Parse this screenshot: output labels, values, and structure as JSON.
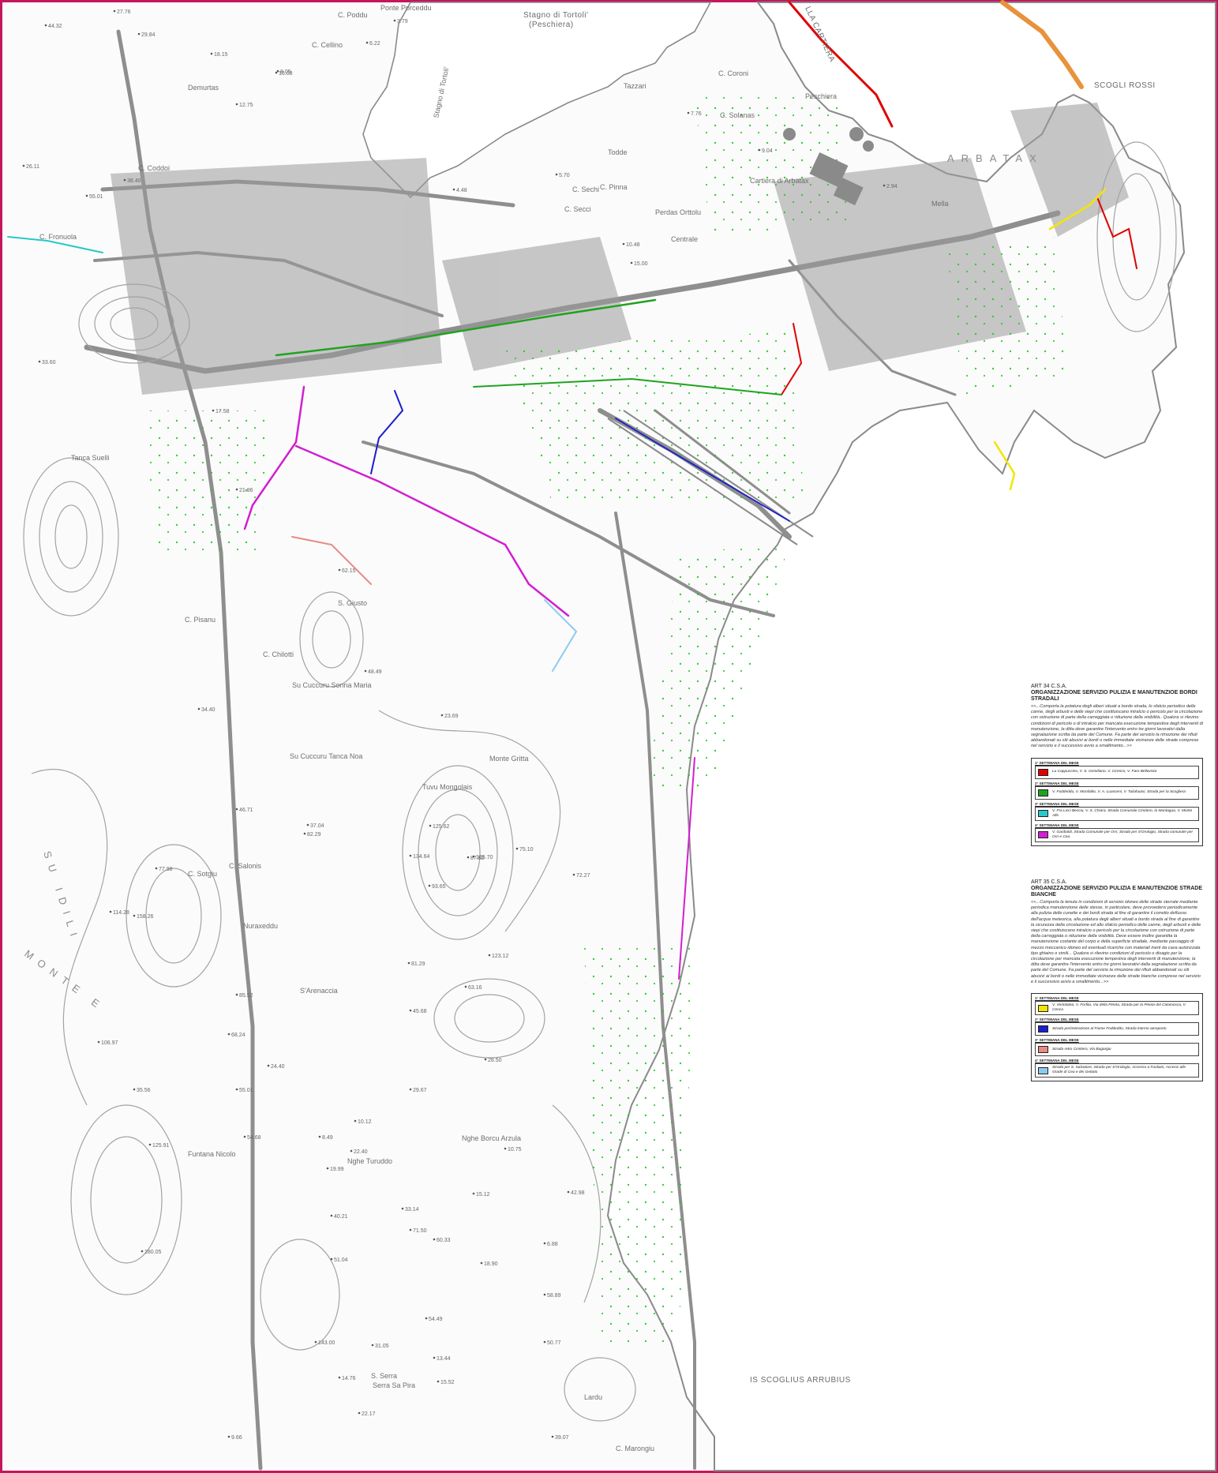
{
  "map": {
    "border_color": "#c2185b",
    "water_labels": {
      "lagoon_name": "Stagno di Tortoli'",
      "lagoon_sub": "(Peschiera)",
      "stagno_vertical": "Stagno di Tortoli'"
    },
    "coastal_labels": {
      "scogli_rossi": "SCOGLI ROSSI",
      "is_scoglius_arrubius": "IS SCOGLIUS ARRUBIUS",
      "arbatax": "ARBATAX",
      "cartiera": "LLA CARTIERA"
    },
    "ridge_labels": {
      "monte_sud": "MONTE E",
      "su_idili": "SU IDILI"
    },
    "place_labels": [
      "C. Poddu",
      "Ponte Porceddu",
      "C. Cellino",
      "Demurtas",
      "C. Coddoi",
      "C. Fronuola",
      "Tanca Suelli",
      "C. Sechi",
      "Peschiera",
      "Tazzari",
      "C. Coroni",
      "C. Solanas",
      "Todde",
      "C. Pinna",
      "Perdas Orttolu",
      "Centrale",
      "Cartiera di Arbatax",
      "Mella",
      "C. Secci",
      "S. Giusto",
      "C. Pisanu",
      "C. Chilotti",
      "Su Cuccuru Sonna Maria",
      "Su Cuccuru Tanca Noa",
      "Tuvu Mongolais",
      "Monte Gritta",
      "Nuraxeddu",
      "C. Sotgiu",
      "C. Salonis",
      "S'Arenaccia",
      "Nghe Turuddo",
      "Nghe Borcu Arzula",
      "Funtana Nicolo",
      "S. Serra",
      "Serra Sa Pira",
      "Lardu",
      "C. Marongiu"
    ],
    "spot_elevations": [
      "27.76",
      "29.84",
      "18.15",
      "16.08",
      "8.05",
      "12.75",
      "6.22",
      "3.79",
      "38.40",
      "55.01",
      "44.32",
      "26.11",
      "4.48",
      "5.70",
      "7.76",
      "9.04",
      "10.48",
      "15.00",
      "2.94",
      "33.60",
      "17.58",
      "21.86",
      "37.04",
      "48.49",
      "23.69",
      "34.40",
      "62.15",
      "46.71",
      "82.29",
      "114.28",
      "125.62",
      "134.64",
      "105.70",
      "93.65",
      "87.02",
      "72.27",
      "75.10",
      "45.68",
      "63.16",
      "81.29",
      "123.12",
      "10.12",
      "8.49",
      "10.75",
      "28.50",
      "15.12",
      "33.14",
      "42.98",
      "77.98",
      "158.26",
      "180.05",
      "106.97",
      "29.67",
      "19.99",
      "24.40",
      "55.01",
      "51.04",
      "71.50",
      "60.33",
      "54.68",
      "85.52",
      "68.24",
      "22.40",
      "40.21",
      "54.49",
      "13.44",
      "15.52",
      "9.66",
      "22.17",
      "31.05",
      "14.76",
      "18.90",
      "6.88",
      "50.77",
      "39.07",
      "58.89",
      "35.56",
      "125.91",
      "143.00"
    ]
  },
  "legend34": {
    "title": "ART 34 C.S.A.",
    "subtitle": "ORGANIZZAZIONE SERVIZIO PULIZIA E MANUTENZIOE BORDI STRADALI",
    "text": "<<...Comporta la potatura degli alberi situati a bordo strada, lo sfalcio periodico delle canne, degli arbusti e delle siepi che costituiscano intralcio o pericolo per la circolazione con ostruzione di parte della carreggiata o riduzione della visibilità.. Qualora si rilevino condizioni di pericolo o di intralcio per mancata esecuzione tempestiva degli interventi di manutenzione, la ditta deve garantire l'intervento entro tre giorni lavorativi dalla segnalazione scritta da parte del Comune. Fa parte del servizio la rimozione dei rifiuti abbandonati su siti abusivi ai bordi o nelle immediate vicinanze delle strade comprese nel servizio e il successivo avvio a smaltimento...>>",
    "items": [
      {
        "head": "1° SETTIMANA DEL MESE",
        "color": "#e00000",
        "desc": "Lu Cappuccino, V. S. Gemiliano, V. Cirenco, V. Faro Bellavista"
      },
      {
        "head": "2° SETTIMANA DEL MESE",
        "color": "#1fa31f",
        "desc": "V. Foddeddu, V. Monfalito, V. A. Luasceni, V. Tuliahuasi, Strada per la Scogliera"
      },
      {
        "head": "3° SETTIMANA DEL MESE",
        "color": "#27c9c9",
        "desc": "V. Fra Licci Becciu, V. S. Chiara, Strada Comunale Cimitero, la Muntagua, V. Monte Alle"
      },
      {
        "head": "4° SETTIMANA DEL MESE",
        "color": "#d11fd1",
        "desc": "V. Garibaldi, Strada Comunale per Orri, Strada per S'Orologio, Strada comunale per Orri e Cea"
      }
    ]
  },
  "legend35": {
    "title": "ART 35 C.S.A.",
    "subtitle": "ORGANIZZAZIONE SERVIZIO PULIZIA E MANUTENZIOE STRADE BIANCHE",
    "text": "<<...Comporta la tenuta in condizioni di servizio idoneo delle strade sterrate mediante periodica manutenzione delle stesse, in particolare, deve provvedersi periodicamente alla pulizia delle cunette e dei bordi strada al fine di garantire il corretto deflusso dell'acqua meteorica, alla potatura degli alberi situati a bordo strada al fine di garantire la sicurezza della circolazione ed allo sfalcio periodico delle canne, degli arbusti e delle siepi che costituiscano intralcio o pericolo per la circolazione con ostruzione di parte della carreggiata o riduzione della visibilità. Deve essere inoltre garantita la manutenzione costante del corpo e della superficie stradale, mediante passaggio di mezzo meccanico idoneo ed eventuali ricariche con materiali inerti da cava autorizzata tipo ghiaino o simili... Qualora si rilevino condizioni di pericolo o disagio per la circolazione per mancata esecuzione tempestiva degli interventi di manutenzione, la ditta deve garantire l'intervento entro tre giorni lavorativi dalla segnalazione scritta da parte del Comune. Fa parte del servizio la rimozione dei rifiuti abbandonati su siti abusivi ai bordi o nelle immediate vicinanze delle strade bianche comprese nel servizio e il successivo avvio a smaltimento...>>",
    "items": [
      {
        "head": "1° SETTIMANA DEL MESE",
        "color": "#f2e600",
        "desc": "V. Vertolatea, V. Forfita, Via della Pineta, Strada per la Pineta del Calamosca, V. Cenca"
      },
      {
        "head": "2° SETTIMANA DEL MESE",
        "color": "#1d1dcf",
        "desc": "Strada perimetrazione al Fiume Foddeddu, Strada interno aeroporto"
      },
      {
        "head": "3° SETTIMANA DEL MESE",
        "color": "#e88a84",
        "desc": "Strada retro Cimitero, Via Bugargiu"
      },
      {
        "head": "4° SETTIMANA DEL MESE",
        "color": "#8ec9f0",
        "desc": "Strada per S. Salvatore, Strada per S'Orologio, Accesso a Fuoliani, Accessi alle strade di Cea e dei Gettato"
      }
    ]
  }
}
